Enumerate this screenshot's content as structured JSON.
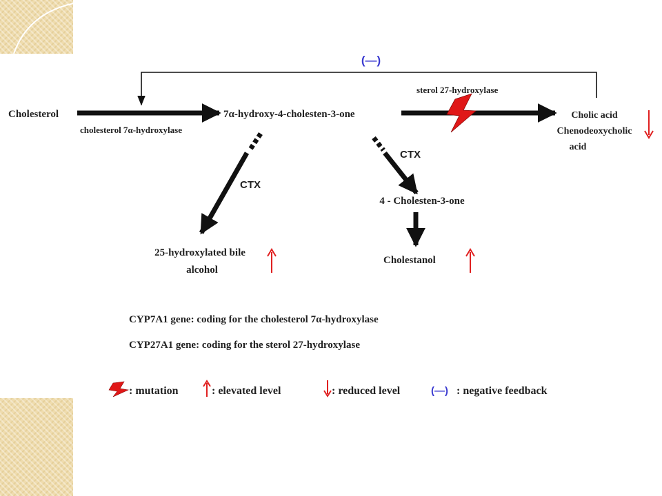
{
  "nodes": {
    "cholesterol": "Cholesterol",
    "intermediate": "7α-hydroxy-4-cholesten-3-one",
    "cholic_acid": "Cholic acid",
    "cdca_line1": "Chenodeoxycholic",
    "cdca_line2": "acid",
    "bile_alcohol_line1": "25-hydroxylated bile",
    "bile_alcohol_line2": "alcohol",
    "cholestenone": "4 - Cholesten-3-one",
    "cholestanol": "Cholestanol"
  },
  "enzymes": {
    "cyp7a1": "cholesterol 7α-hydroxylase",
    "cyp27a1": "sterol 27-hydroxylase"
  },
  "labels": {
    "ctx_left": "CTX",
    "ctx_right": "CTX",
    "feedback": "(—)"
  },
  "notes": [
    "CYP7A1 gene: coding for the cholesterol 7α-hydroxylase",
    "CYP27A1 gene: coding for the sterol 27-hydroxylase"
  ],
  "legend": {
    "mutation": ": mutation",
    "elevated": ": elevated level",
    "reduced": ": reduced level",
    "feedback_symbol": "(—)",
    "feedback": ": negative feedback"
  },
  "colors": {
    "arrow": "#111111",
    "indicator": "#e02020",
    "feedback": "#3a3ad0",
    "mutation": "#e01818"
  },
  "icons": [
    "lightning-bolt-icon",
    "up-arrow-icon",
    "down-arrow-icon"
  ]
}
